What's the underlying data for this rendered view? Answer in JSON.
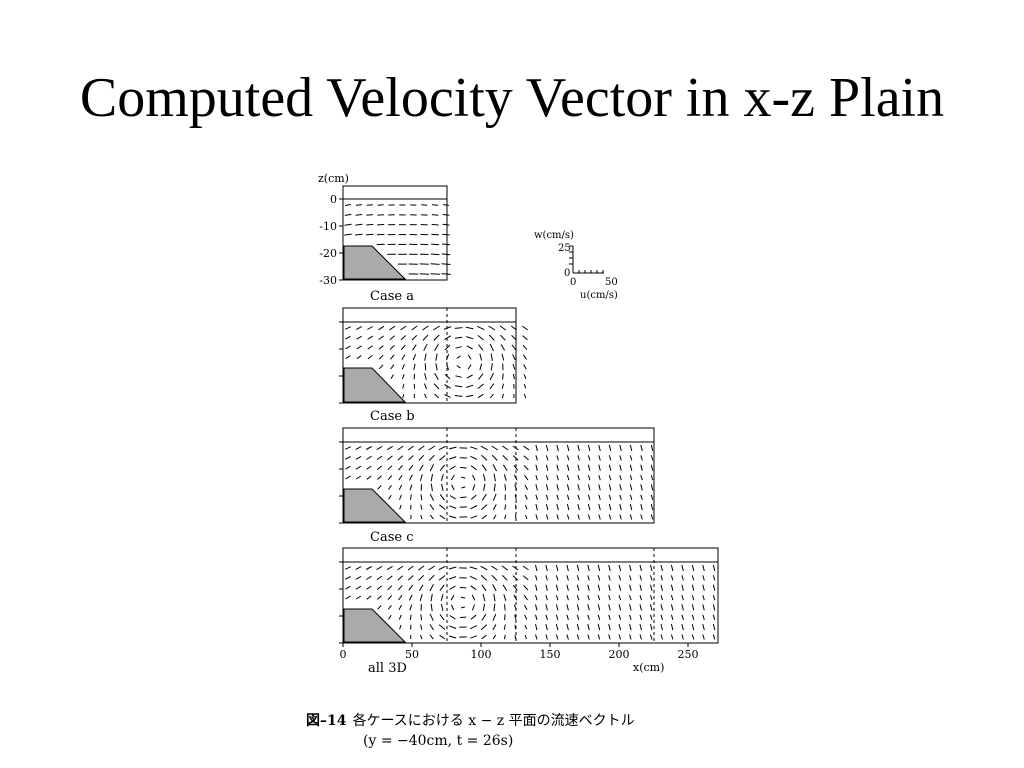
{
  "slide": {
    "title": "Computed Velocity Vector in x-z Plain"
  },
  "figure": {
    "z_axis_label": "z(cm)",
    "z_ticks": [
      "0",
      "-10",
      "-20",
      "-30"
    ],
    "x_axis_label": "x(cm)",
    "x_ticks": [
      "0",
      "50",
      "100",
      "150",
      "200",
      "250"
    ],
    "scale_legend": {
      "w_label": "w(cm/s)",
      "w_value": "25",
      "origin": "0",
      "u_origin": "0",
      "u_value": "50",
      "u_label": "u(cm/s)"
    },
    "panels": [
      {
        "label": "Case a",
        "x_max_cm": 75
      },
      {
        "label": "Case b",
        "x_max_cm": 125
      },
      {
        "label": "Case c",
        "x_max_cm": 225
      },
      {
        "label": "all 3D",
        "x_max_cm": 270
      }
    ]
  },
  "caption": {
    "number": "図–14",
    "line1": "各ケースにおける x − z 平面の流速ベクトル",
    "line2": "(y = −40cm, t = 26s)"
  }
}
